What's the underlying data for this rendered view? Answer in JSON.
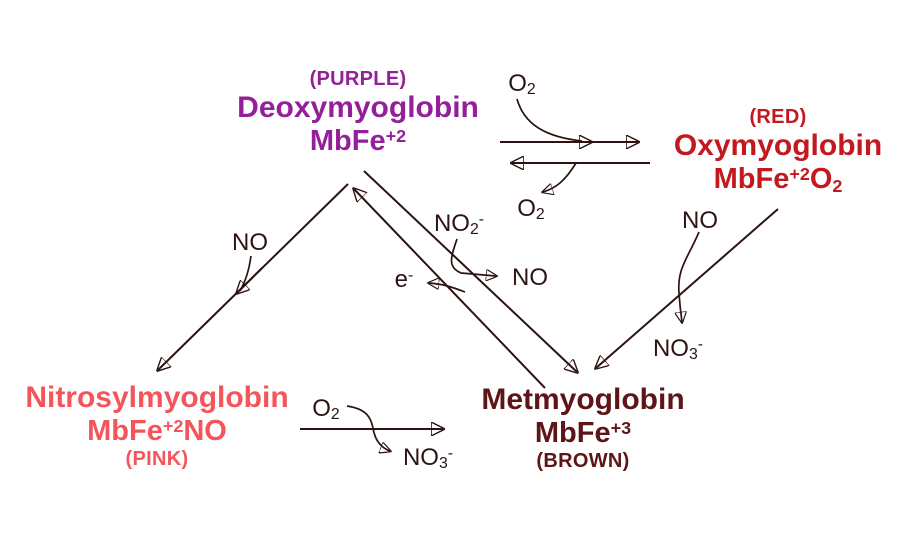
{
  "diagram": {
    "title": "Myoglobin redox and ligand reaction scheme",
    "background": "#ffffff",
    "line_color": "#2d1212",
    "small_label_color": "#2d1414"
  },
  "nodes": {
    "deoxymyoglobin": {
      "state_label": "(PURPLE)",
      "name": "Deoxymyoglobin",
      "formula": {
        "base": "MbFe",
        "sup": "+2"
      },
      "color": "#93209a"
    },
    "oxymyoglobin": {
      "state_label": "(RED)",
      "name": "Oxymyoglobin",
      "formula": {
        "base": "MbFe",
        "sup": "+2",
        "post": "O",
        "post_sub": "2"
      },
      "color": "#c3181d"
    },
    "nitrosylmyoglobin": {
      "state_label": "(PINK)",
      "name": "Nitrosylmyoglobin",
      "formula": {
        "base": "MbFe",
        "sup": "+2",
        "post": "NO"
      },
      "color": "#f4555b"
    },
    "metmyoglobin": {
      "state_label": "(BROWN)",
      "name": "Metmyoglobin",
      "formula": {
        "base": "MbFe",
        "sup": "+3"
      },
      "color": "#5e1517"
    }
  },
  "labels": {
    "o2_in_top": {
      "base": "O",
      "sub": "2"
    },
    "o2_out_top": {
      "base": "O",
      "sub": "2"
    },
    "no_left": {
      "base": "NO"
    },
    "no2_minus": {
      "base": "NO",
      "sub": "2",
      "sup": "-"
    },
    "e_minus": {
      "base": "e",
      "sup": "-"
    },
    "no_mid": {
      "base": "NO"
    },
    "no_right": {
      "base": "NO"
    },
    "no3_right": {
      "base": "NO",
      "sub": "3",
      "sup": "-"
    },
    "o2_bottom": {
      "base": "O",
      "sub": "2"
    },
    "no3_bottom": {
      "base": "NO",
      "sub": "3",
      "sup": "-"
    }
  }
}
